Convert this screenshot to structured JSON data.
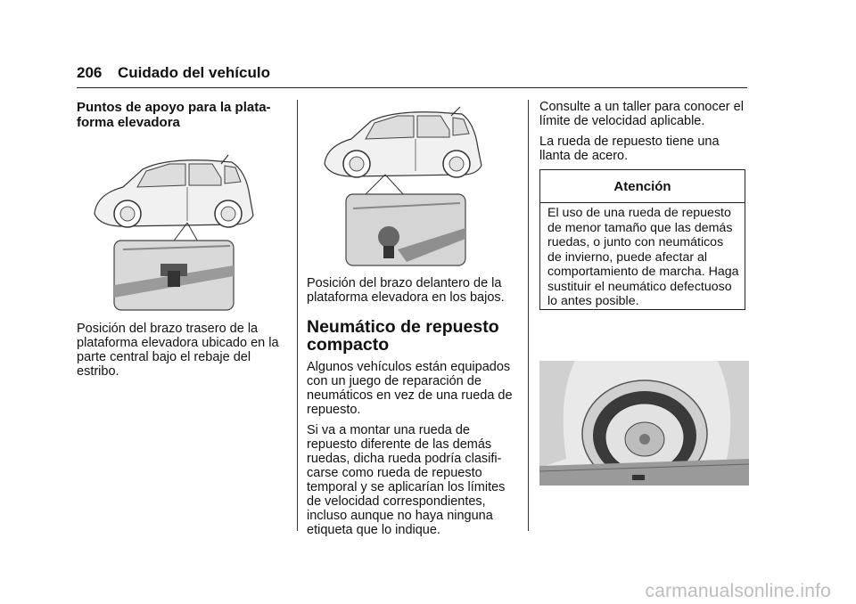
{
  "header": {
    "page_number": "206",
    "section_title": "Cuidado del vehículo"
  },
  "col1": {
    "heading_line1": "Puntos de apoyo para la plata-",
    "heading_line2": "forma elevadora",
    "caption": [
      "Posición del brazo trasero de la",
      "plataforma elevadora ubicado en la",
      "parte central bajo el rebaje del",
      "estribo."
    ]
  },
  "col2": {
    "caption": [
      "Posición del brazo delantero de la",
      "plataforma elevadora en los bajos."
    ],
    "heading_line1": "Neumático de repuesto",
    "heading_line2": "compacto",
    "para1": [
      "Algunos vehículos están equipados",
      "con un juego de reparación de",
      "neumáticos en vez de una rueda de",
      "repuesto."
    ],
    "para2": [
      "Si va a montar una rueda de",
      "repuesto diferente de las demás",
      "ruedas, dicha rueda podría clasifi-",
      "carse como rueda de repuesto",
      "temporal y se aplicarían los límites",
      "de velocidad correspondientes,",
      "incluso aunque no haya ninguna",
      "etiqueta que lo indique."
    ]
  },
  "col3": {
    "para1": [
      "Consulte a un taller para conocer el",
      "límite de velocidad aplicable."
    ],
    "para2": [
      "La rueda de repuesto tiene una",
      "llanta de acero."
    ],
    "notice": {
      "title": "Atención",
      "body": [
        "El uso de una rueda de repuesto",
        "de menor tamaño que las demás",
        "ruedas, o junto con neumáticos",
        "de invierno, puede afectar al",
        "comportamiento de marcha. Haga",
        "sustituir el neumático defectuoso",
        "lo antes posible."
      ]
    }
  },
  "watermark": "carmanualsonline.info"
}
